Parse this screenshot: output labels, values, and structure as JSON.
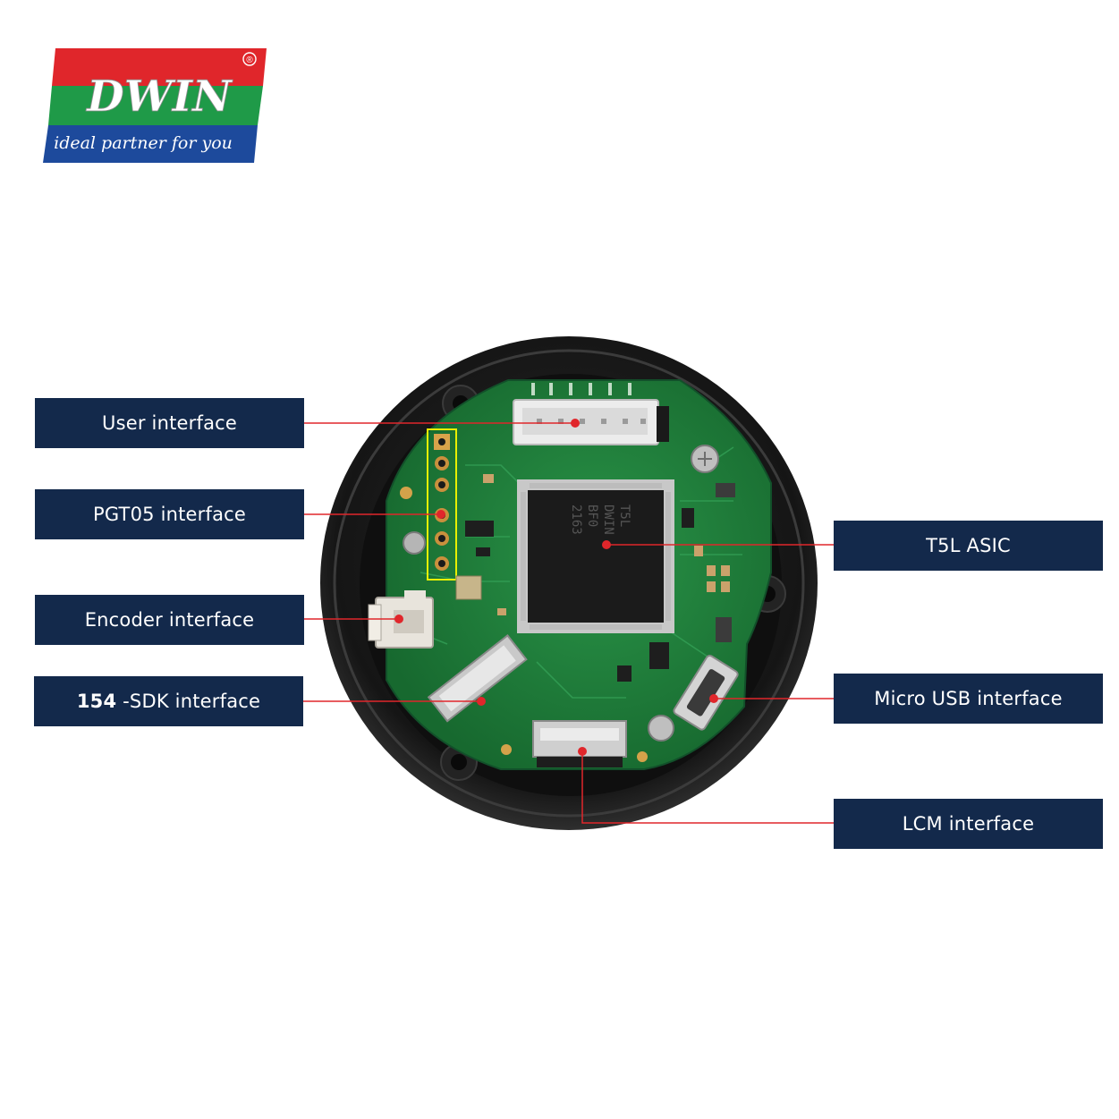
{
  "brand": {
    "name": "DWIN",
    "tagline": "ideal partner for you",
    "registered_mark": "®",
    "colors": {
      "red": "#e0262b",
      "green": "#1f9a48",
      "blue": "#1d4a9c"
    }
  },
  "callouts": {
    "user": {
      "label": "User interface"
    },
    "pgt05": {
      "label": "PGT05 interface"
    },
    "encoder": {
      "label": "Encoder interface"
    },
    "sdk": {
      "num": "154",
      "label": " -SDK interface"
    },
    "t5l": {
      "label": "T5L ASIC"
    },
    "usb": {
      "label": "Micro USB interface"
    },
    "lcm": {
      "label": "LCM interface"
    }
  },
  "chip_marking": [
    "T5L",
    "DWIN",
    "BF0",
    "2163"
  ],
  "colors": {
    "label_bg": "#13294b",
    "leader_line": "#e0262b",
    "pcb": "#1f7f3c",
    "housing": "#1b1b1b"
  }
}
